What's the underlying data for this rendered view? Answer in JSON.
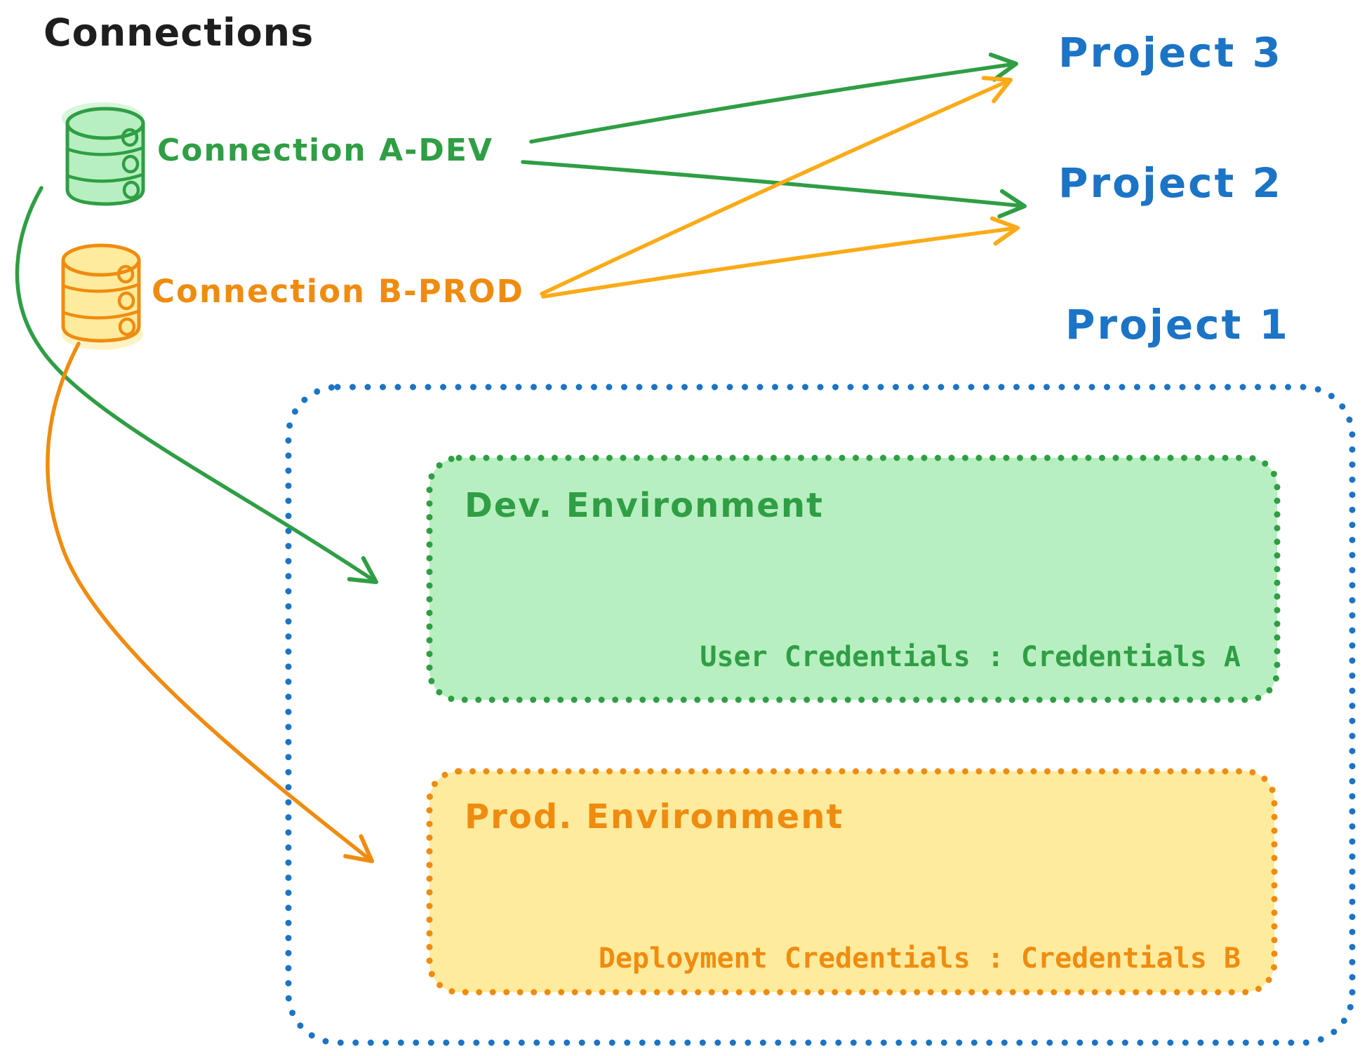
{
  "title": "Connections",
  "connections": [
    {
      "label": "Connection A-DEV",
      "icon": "database-icon",
      "color_role": "green"
    },
    {
      "label": "Connection B-PROD",
      "icon": "database-icon",
      "color_role": "orange"
    }
  ],
  "projects": [
    {
      "label": "Project 3"
    },
    {
      "label": "Project 2"
    },
    {
      "label": "Project 1"
    }
  ],
  "project1": {
    "environments": [
      {
        "title": "Dev. Environment",
        "credentials": "User Credentials : Credentials A"
      },
      {
        "title": "Prod. Environment",
        "credentials": "Deployment Credentials : Credentials B"
      }
    ]
  },
  "links": [
    {
      "from": "Connection A-DEV",
      "to": "Project 3"
    },
    {
      "from": "Connection A-DEV",
      "to": "Project 2"
    },
    {
      "from": "Connection B-PROD",
      "to": "Project 3"
    },
    {
      "from": "Connection B-PROD",
      "to": "Project 2"
    },
    {
      "from": "Connection A-DEV",
      "to": "Dev. Environment (Project 1)"
    },
    {
      "from": "Connection B-PROD",
      "to": "Prod. Environment (Project 1)"
    }
  ],
  "palette": {
    "ink": "#1e1e1e",
    "green": "#2f9e44",
    "green-fill": "#b7efc0",
    "orange": "#ef8c10",
    "orange-light": "#fbab17",
    "orange-fill": "#ffeb9d",
    "blue": "#1b74c5"
  }
}
